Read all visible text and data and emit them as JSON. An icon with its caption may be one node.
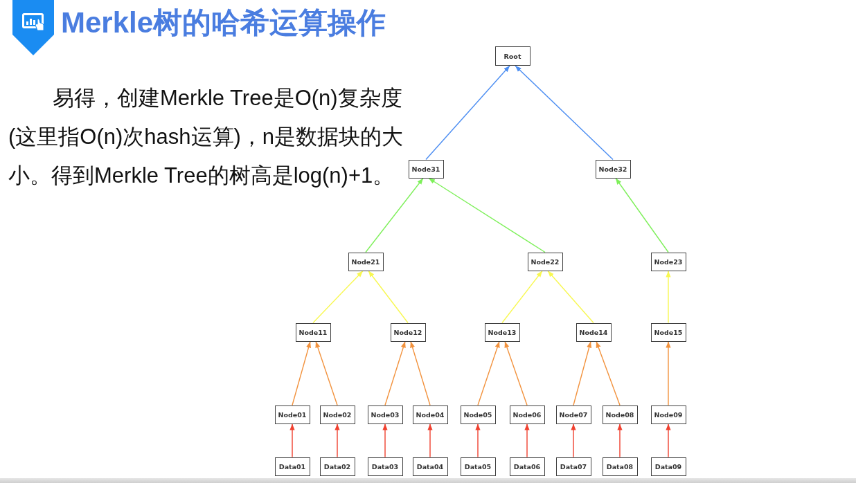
{
  "diagram": {
    "title": "Merkle树的哈希运算操作",
    "nodes": [
      {
        "text": [
          "Root"
        ]
      },
      {
        "text": [
          "Node31"
        ]
      },
      {
        "text": [
          "Node32"
        ]
      },
      {
        "text": [
          "Node21"
        ]
      },
      {
        "text": [
          "Node22"
        ]
      },
      {
        "text": [
          "Node23"
        ]
      },
      {
        "text": [
          "Node11"
        ]
      },
      {
        "text": [
          "Node12"
        ]
      },
      {
        "text": [
          "Node13"
        ]
      },
      {
        "text": [
          "Node14"
        ]
      },
      {
        "text": [
          "Node15"
        ]
      },
      {
        "text": [
          "Node01"
        ]
      },
      {
        "text": [
          "Node02"
        ]
      },
      {
        "text": [
          "Node03"
        ]
      },
      {
        "text": [
          "Node04"
        ]
      },
      {
        "text": [
          "Node05"
        ]
      },
      {
        "text": [
          "Node06"
        ]
      },
      {
        "text": [
          "Node07"
        ]
      },
      {
        "text": [
          "Node08"
        ]
      },
      {
        "text": [
          "Node09"
        ]
      },
      {
        "text": [
          "Data01"
        ]
      },
      {
        "text": [
          "Data02"
        ]
      },
      {
        "text": [
          "Data03"
        ]
      },
      {
        "text": [
          "Data04"
        ]
      },
      {
        "text": [
          "Data05"
        ]
      },
      {
        "text": [
          "Data06"
        ]
      },
      {
        "text": [
          "Data07"
        ]
      },
      {
        "text": [
          "Data08"
        ]
      },
      {
        "text": [
          "Data09"
        ]
      }
    ],
    "edges": [
      {
        "from": 1,
        "to": 0,
        "arrow": "to",
        "color": "#4b8df2"
      },
      {
        "from": 2,
        "to": 0,
        "arrow": "to",
        "color": "#4b8df2"
      },
      {
        "from": 3,
        "to": 1,
        "arrow": "to",
        "color": "#7ef05a"
      },
      {
        "from": 4,
        "to": 1,
        "arrow": "to",
        "color": "#7ef05a"
      },
      {
        "from": 5,
        "to": 2,
        "arrow": "to",
        "color": "#7ef05a"
      },
      {
        "from": 6,
        "to": 3,
        "arrow": "to",
        "color": "#f8f850"
      },
      {
        "from": 7,
        "to": 3,
        "arrow": "to",
        "color": "#f8f850"
      },
      {
        "from": 8,
        "to": 4,
        "arrow": "to",
        "color": "#f8f850"
      },
      {
        "from": 9,
        "to": 4,
        "arrow": "to",
        "color": "#f8f850"
      },
      {
        "from": 10,
        "to": 5,
        "arrow": "to",
        "color": "#f8f850"
      },
      {
        "from": 11,
        "to": 6,
        "arrow": "to",
        "color": "#f2923d"
      },
      {
        "from": 12,
        "to": 6,
        "arrow": "to",
        "color": "#f2923d"
      },
      {
        "from": 13,
        "to": 7,
        "arrow": "to",
        "color": "#f2923d"
      },
      {
        "from": 14,
        "to": 7,
        "arrow": "to",
        "color": "#f2923d"
      },
      {
        "from": 15,
        "to": 8,
        "arrow": "to",
        "color": "#f2923d"
      },
      {
        "from": 16,
        "to": 8,
        "arrow": "to",
        "color": "#f2923d"
      },
      {
        "from": 17,
        "to": 9,
        "arrow": "to",
        "color": "#f2923d"
      },
      {
        "from": 18,
        "to": 9,
        "arrow": "to",
        "color": "#f2923d"
      },
      {
        "from": 19,
        "to": 10,
        "arrow": "to",
        "color": "#f2923d"
      },
      {
        "from": 20,
        "to": 11,
        "arrow": "to",
        "color": "#f0402f"
      },
      {
        "from": 21,
        "to": 12,
        "arrow": "to",
        "color": "#f0402f"
      },
      {
        "from": 22,
        "to": 13,
        "arrow": "to",
        "color": "#f0402f"
      },
      {
        "from": 23,
        "to": 14,
        "arrow": "to",
        "color": "#f0402f"
      },
      {
        "from": 24,
        "to": 15,
        "arrow": "to",
        "color": "#f0402f"
      },
      {
        "from": 25,
        "to": 16,
        "arrow": "to",
        "color": "#f0402f"
      },
      {
        "from": 26,
        "to": 17,
        "arrow": "to",
        "color": "#f0402f"
      },
      {
        "from": 27,
        "to": 18,
        "arrow": "to",
        "color": "#f0402f"
      },
      {
        "from": 28,
        "to": 19,
        "arrow": "to",
        "color": "#f0402f"
      }
    ],
    "labels": [
      "易得，创建Merkle Tree是O(n)复杂度(这里指O(n)次hash运算)，n是数据块的大小。得到Merkle Tree的树高是log(n)+1。"
    ]
  }
}
